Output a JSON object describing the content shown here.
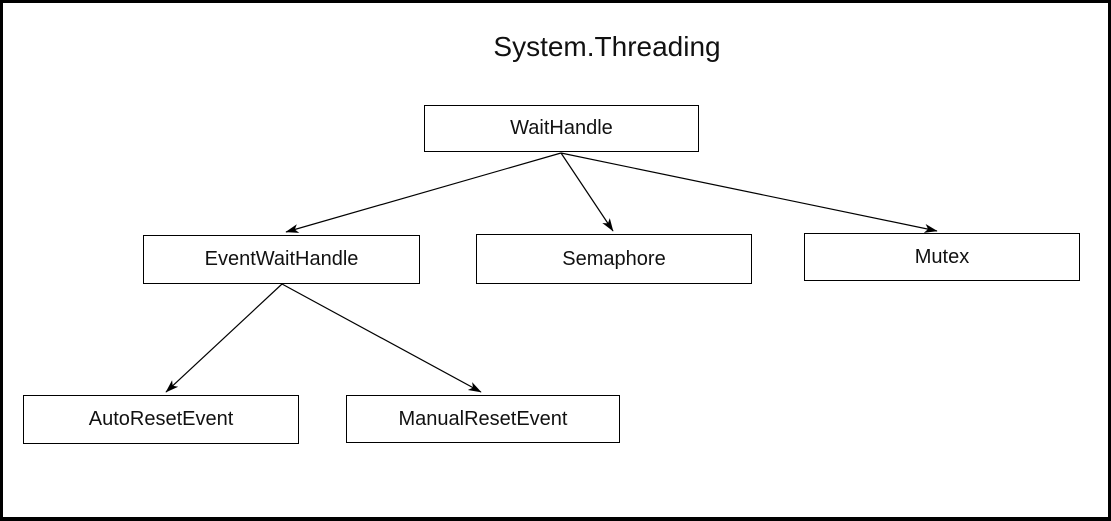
{
  "title": "System.Threading",
  "diagram": {
    "type": "class-hierarchy-tree",
    "namespace": "System.Threading",
    "nodes": [
      {
        "id": "waithandle",
        "label": "WaitHandle"
      },
      {
        "id": "eventwaithandle",
        "label": "EventWaitHandle"
      },
      {
        "id": "semaphore",
        "label": "Semaphore"
      },
      {
        "id": "mutex",
        "label": "Mutex"
      },
      {
        "id": "autoresetevent",
        "label": "AutoResetEvent"
      },
      {
        "id": "manualresetevent",
        "label": "ManualResetEvent"
      }
    ],
    "edges": [
      {
        "from": "WaitHandle",
        "to": "EventWaitHandle"
      },
      {
        "from": "WaitHandle",
        "to": "Semaphore"
      },
      {
        "from": "WaitHandle",
        "to": "Mutex"
      },
      {
        "from": "EventWaitHandle",
        "to": "AutoResetEvent"
      },
      {
        "from": "EventWaitHandle",
        "to": "ManualResetEvent"
      }
    ],
    "colors": {
      "stroke": "#000000",
      "background": "#ffffff",
      "text": "#111111"
    }
  }
}
